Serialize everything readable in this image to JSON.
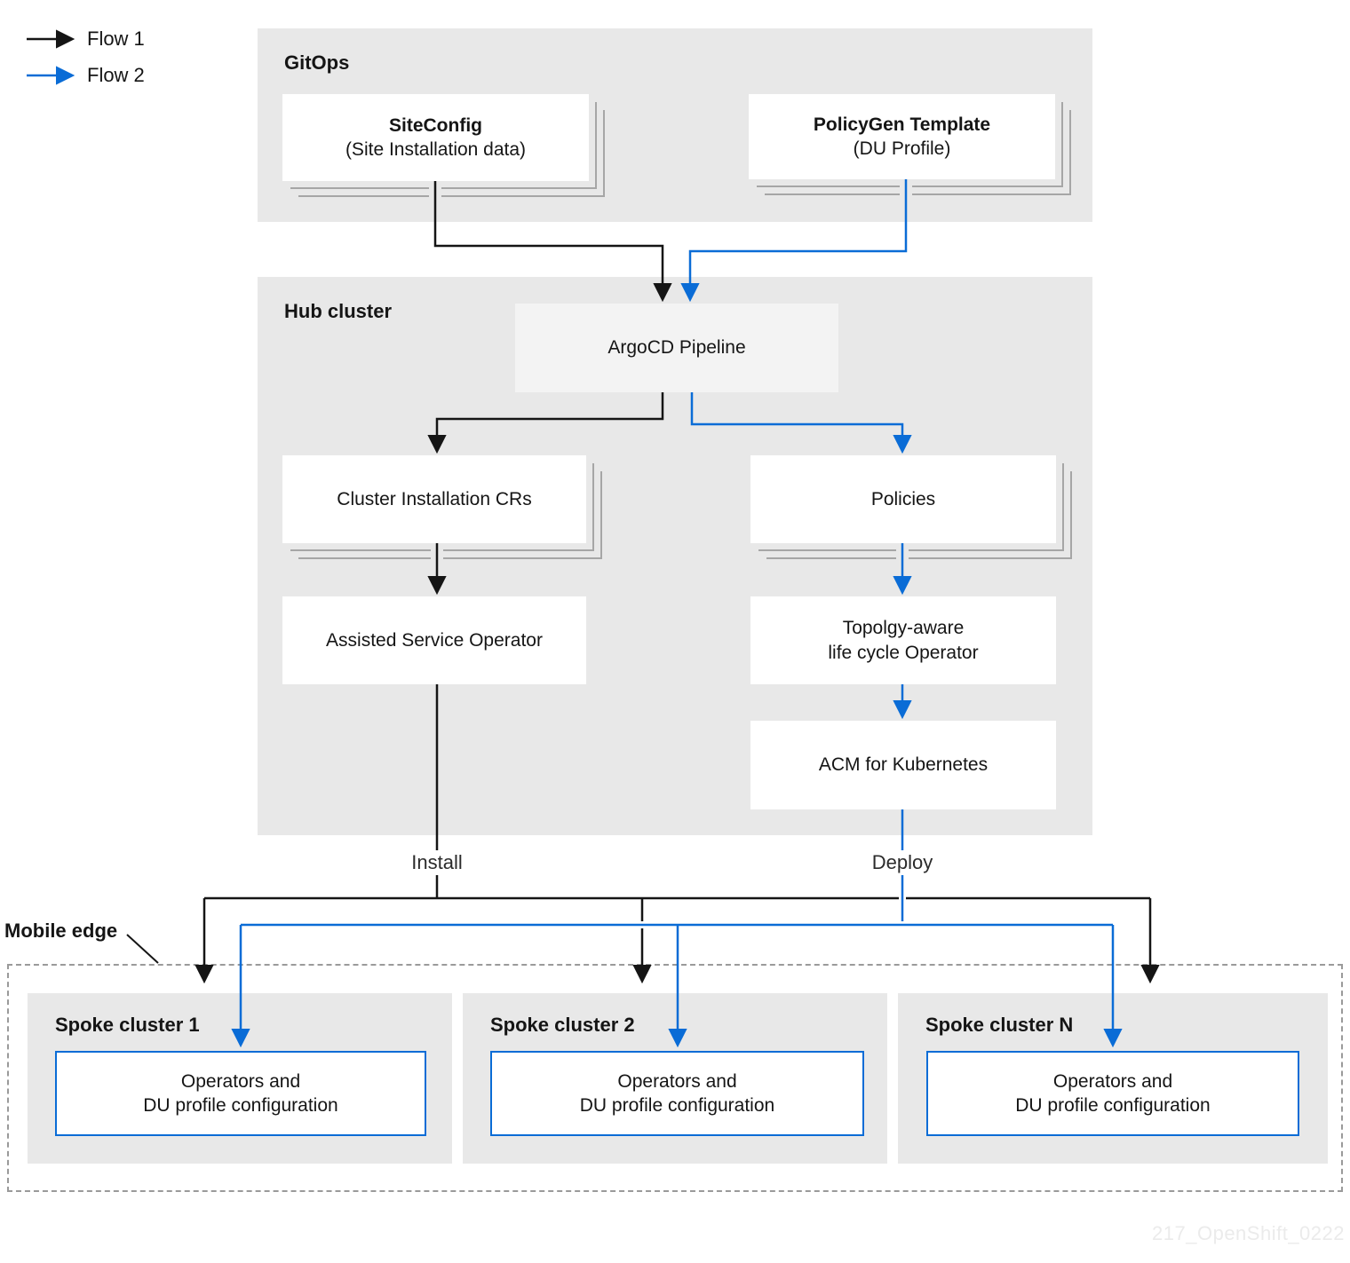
{
  "legend": {
    "flows": [
      {
        "label": "Flow 1",
        "color": "#151515"
      },
      {
        "label": "Flow 2",
        "color": "#0a6cd6"
      }
    ]
  },
  "gitops": {
    "label": "GitOps",
    "siteconfig": {
      "title": "SiteConfig",
      "subtitle": "(Site Installation data)"
    },
    "policygen": {
      "title": "PolicyGen Template",
      "subtitle": "(DU Profile)"
    }
  },
  "hub": {
    "label": "Hub cluster",
    "argocd": "ArgoCD Pipeline",
    "cluster_install_crs": "Cluster Installation CRs",
    "policies": "Policies",
    "assisted_service_operator": "Assisted Service Operator",
    "topology_line1": "Topolgy-aware",
    "topology_line2": "life cycle Operator",
    "acm": "ACM for Kubernetes"
  },
  "flow_labels": {
    "install": "Install",
    "deploy": "Deploy"
  },
  "mobile_edge": {
    "label": "Mobile edge",
    "spokes": [
      {
        "title": "Spoke cluster 1",
        "box_line1": "Operators and",
        "box_line2": "DU profile configuration"
      },
      {
        "title": "Spoke cluster 2",
        "box_line1": "Operators and",
        "box_line2": "DU profile configuration"
      },
      {
        "title": "Spoke cluster N",
        "box_line1": "Operators and",
        "box_line2": "DU profile configuration"
      }
    ]
  },
  "watermark": "217_OpenShift_0222",
  "colors": {
    "black": "#151515",
    "blue": "#0a6cd6",
    "container-gray": "#e8e8e8",
    "argocd-gray": "#f3f3f3",
    "shadow-gray": "#a6a6a6",
    "dashed-gray": "#9a9a9a",
    "label-gray": "#2b2b2b",
    "watermark-gray": "#ebebeb"
  }
}
